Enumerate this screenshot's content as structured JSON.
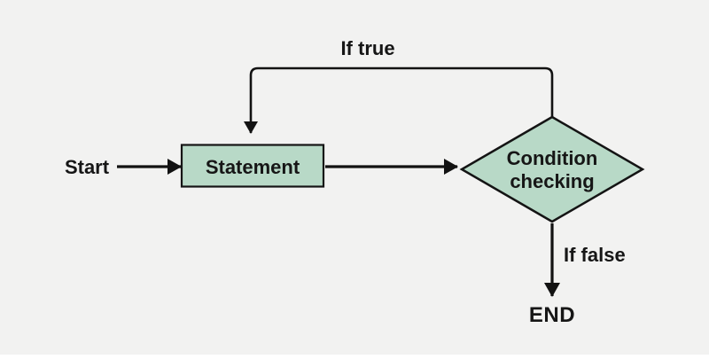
{
  "diagram": {
    "type": "flowchart",
    "nodes": [
      {
        "id": "start",
        "shape": "text",
        "label": "Start"
      },
      {
        "id": "statement",
        "shape": "rectangle",
        "label": "Statement"
      },
      {
        "id": "condition",
        "shape": "diamond",
        "label": "Condition checking",
        "line1": "Condition",
        "line2": "checking"
      },
      {
        "id": "end",
        "shape": "text",
        "label": "END"
      }
    ],
    "edges": [
      {
        "from": "start",
        "to": "statement",
        "label": ""
      },
      {
        "from": "statement",
        "to": "condition",
        "label": ""
      },
      {
        "from": "condition",
        "to": "statement",
        "label": "If true"
      },
      {
        "from": "condition",
        "to": "end",
        "label": "If false"
      }
    ],
    "colors": {
      "background": "#f2f2f1",
      "node_fill": "#b8d9c7",
      "node_border": "#141414",
      "arrow": "#121212",
      "text": "#161616"
    }
  }
}
